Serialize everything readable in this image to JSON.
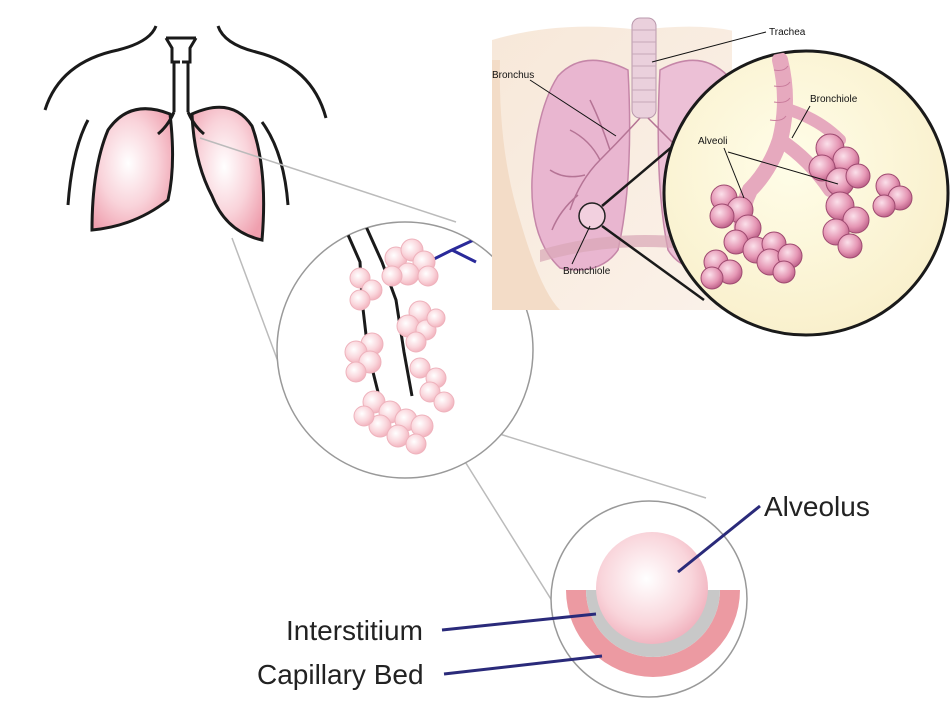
{
  "labels": {
    "trachea": "Trachea",
    "bronchus": "Bronchus",
    "bronchiole_upper": "Bronchiole",
    "bronchiole_lower": "Bronchiole",
    "alveoli": "Alveoli",
    "alveolus": "Alveolus",
    "interstitium": "Interstitium",
    "capillary_bed": "Capillary Bed"
  },
  "colors": {
    "lung_fill": "#f6c6cf",
    "outline": "#1a1a1a",
    "alveolus_pink": "#f8ccd2",
    "leader_line": "#2a2a7a",
    "interstitium_gray": "#c8c8c8",
    "capillary_pink": "#ec9aa2",
    "connector_gray": "#bbbbbb"
  }
}
